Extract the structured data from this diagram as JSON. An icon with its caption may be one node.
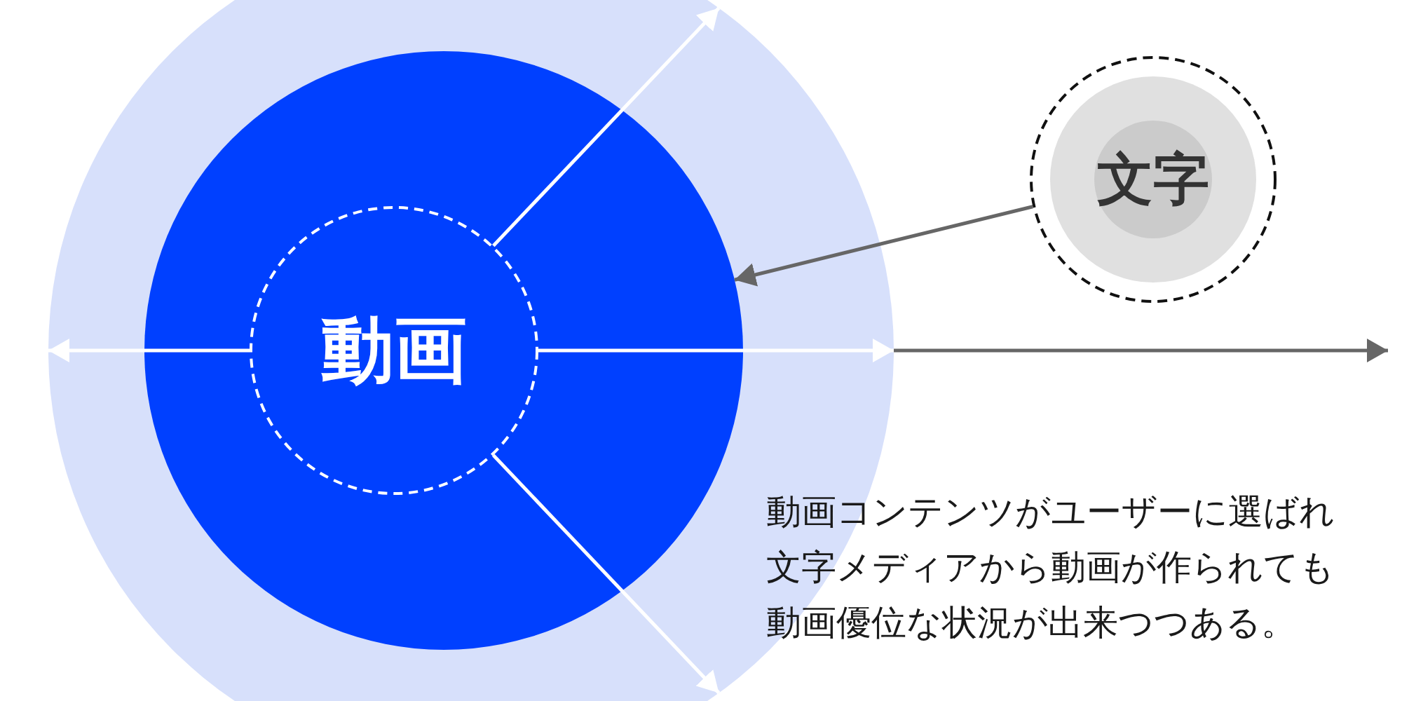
{
  "diagram": {
    "nodes": [
      {
        "text": [],
        "shape": "circle"
      },
      {
        "text": [],
        "shape": "circle",
        "in": 0
      },
      {
        "text": [
          "動画"
        ],
        "in": 1
      },
      {
        "text": [],
        "shape": "circle"
      },
      {
        "text": [],
        "shape": "circle",
        "in": 3
      },
      {
        "text": [
          "文字"
        ],
        "in": 4
      }
    ],
    "edges": [
      {
        "from": 2,
        "to": 0,
        "arrow": "to"
      },
      {
        "from": 2,
        "to": 0,
        "arrow": "to"
      },
      {
        "from": 2,
        "to": 0,
        "arrow": "to"
      },
      {
        "from": 2,
        "to": 0,
        "arrow": "to"
      },
      {
        "from": 3,
        "to": 1,
        "arrow": "to",
        "color": "#666666"
      },
      {
        "from": 0,
        "to": null,
        "arrow": "to",
        "color": "#666666"
      }
    ],
    "labels": [
      "動画コンテンツがユーザーに選ばれ文字メディアから動画が作られても動画優位な状況が出来つつある。"
    ]
  }
}
